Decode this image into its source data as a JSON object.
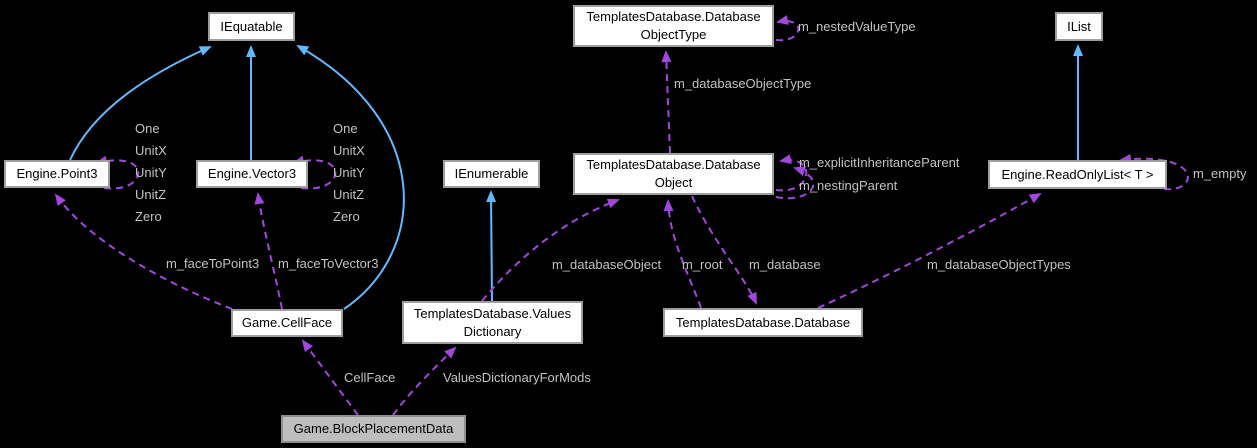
{
  "diagram": {
    "title": "Game.BlockPlacementData collaboration graph",
    "colors": {
      "background": "#000000",
      "inheritance": "#63B8FF",
      "usage": "#A247DD",
      "label": "#C2C2C2",
      "node_bg": "#FFFFFF",
      "node_border": "#9E9E9E",
      "node_text": "#000000",
      "highlight_bg": "#BEBEBE",
      "highlight_border": "#8F8F8F"
    },
    "nodes": {
      "iequatable": {
        "label": "IEquatable"
      },
      "database_object_type": {
        "line1": "TemplatesDatabase.Database",
        "line2": "ObjectType"
      },
      "ilist": {
        "label": "IList"
      },
      "point3": {
        "label": "Engine.Point3"
      },
      "vector3": {
        "label": "Engine.Vector3"
      },
      "ienumerable": {
        "label": "IEnumerable"
      },
      "database_object": {
        "line1": "TemplatesDatabase.Database",
        "line2": "Object"
      },
      "readonlylist": {
        "label": "Engine.ReadOnlyList< T >"
      },
      "cellface": {
        "label": "Game.CellFace"
      },
      "values_dictionary": {
        "line1": "TemplatesDatabase.Values",
        "line2": "Dictionary"
      },
      "database": {
        "label": "TemplatesDatabase.Database"
      },
      "block_placement_data": {
        "label": "Game.BlockPlacementData"
      }
    },
    "members": {
      "one": "One",
      "unitx": "UnitX",
      "unity": "UnitY",
      "unitz": "UnitZ",
      "zero": "Zero"
    },
    "edge_labels": {
      "m_nestedValueType": "m_nestedValueType",
      "m_databaseObjectType": "m_databaseObjectType",
      "m_explicitInheritanceParent": "m_explicitInheritanceParent",
      "m_nestingParent": "m_nestingParent",
      "m_empty": "m_empty",
      "m_faceToPoint3": "m_faceToPoint3",
      "m_faceToVector3": "m_faceToVector3",
      "m_databaseObject": "m_databaseObject",
      "m_root": "m_root",
      "m_database": "m_database",
      "m_databaseObjectTypes": "m_databaseObjectTypes",
      "CellFace": "CellFace",
      "ValuesDictionaryForMods": "ValuesDictionaryForMods"
    }
  }
}
